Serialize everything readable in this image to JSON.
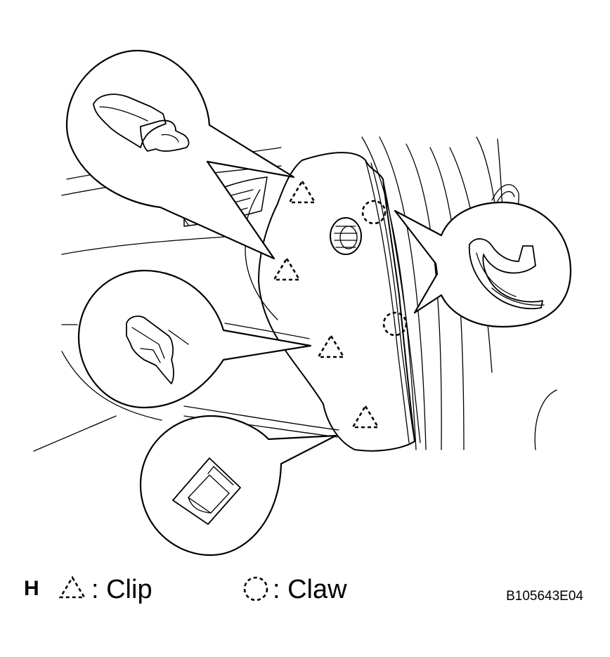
{
  "legend": {
    "section_letter": "H",
    "clip_label": ": Clip",
    "claw_label": ": Claw",
    "clip_symbol_icon": "dashed-triangle-icon",
    "claw_symbol_icon": "dashed-circle-icon"
  },
  "figure_code": "B105643E04",
  "markers": {
    "clips": [
      "clip-1",
      "clip-2",
      "clip-3",
      "clip-4"
    ],
    "claws": [
      "claw-1",
      "claw-2"
    ]
  },
  "callouts": [
    "clip-detail-top",
    "clip-detail-middle",
    "clip-detail-bottom",
    "claw-detail"
  ],
  "colors": {
    "line": "#000000",
    "background": "#ffffff"
  }
}
